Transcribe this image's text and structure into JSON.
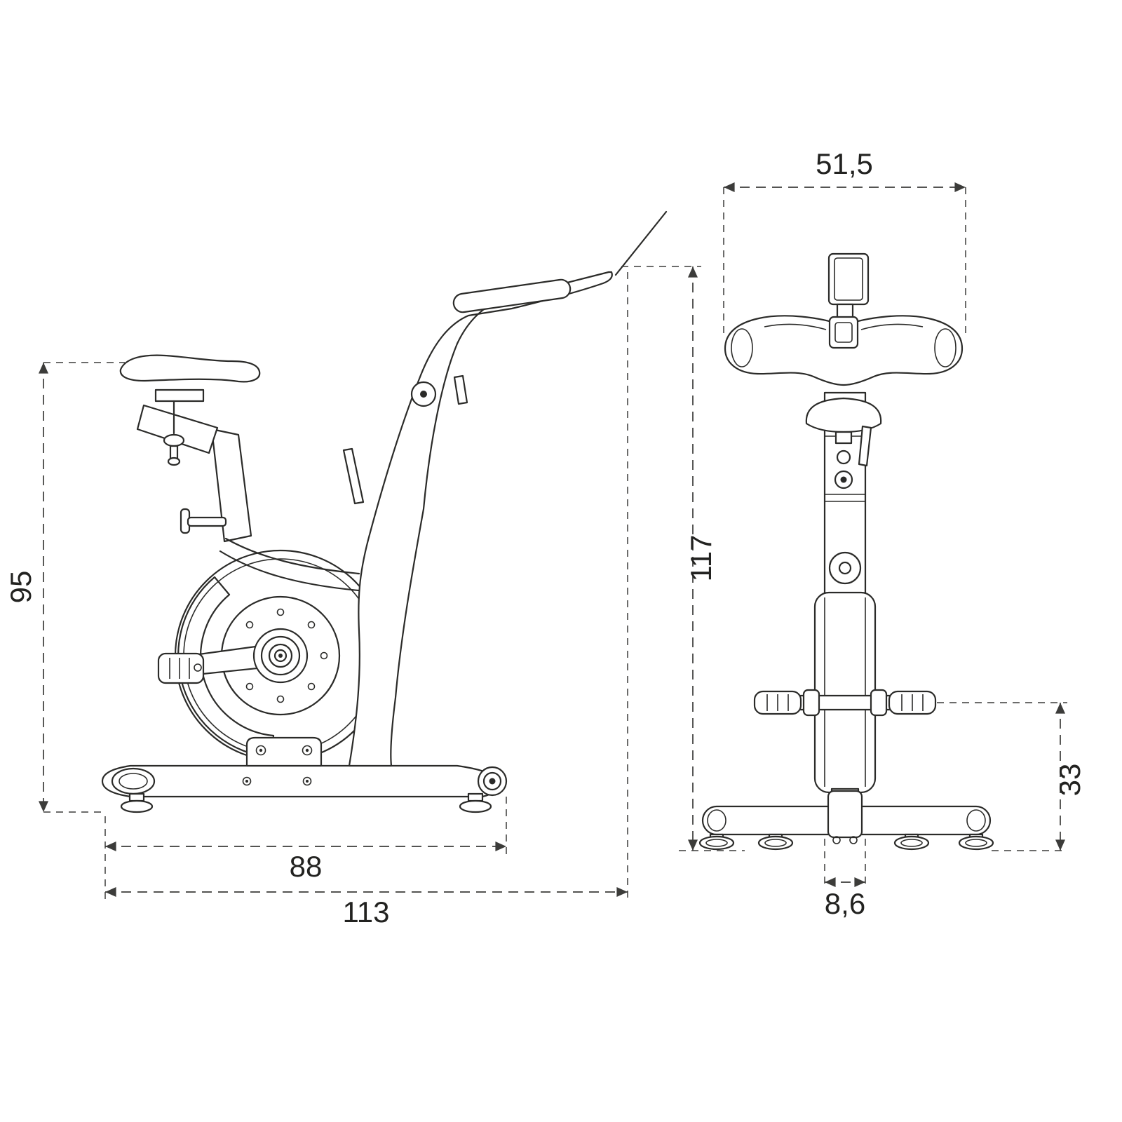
{
  "colors": {
    "background": "#ffffff",
    "line": "#2b2b29",
    "dimension": "#3c3c3a"
  },
  "views": {
    "side": {
      "dims": {
        "seat_height": {
          "label": "95",
          "orientation": "vertical"
        },
        "base_length": {
          "label": "88",
          "orientation": "horizontal"
        },
        "overall_length": {
          "label": "113",
          "orientation": "horizontal"
        }
      }
    },
    "front": {
      "dims": {
        "handlebar_width": {
          "label": "51,5",
          "orientation": "horizontal"
        },
        "overall_height": {
          "label": "117",
          "orientation": "vertical"
        },
        "pedal_height": {
          "label": "33",
          "orientation": "vertical"
        },
        "frame_width": {
          "label": "8,6",
          "orientation": "horizontal"
        }
      }
    }
  }
}
